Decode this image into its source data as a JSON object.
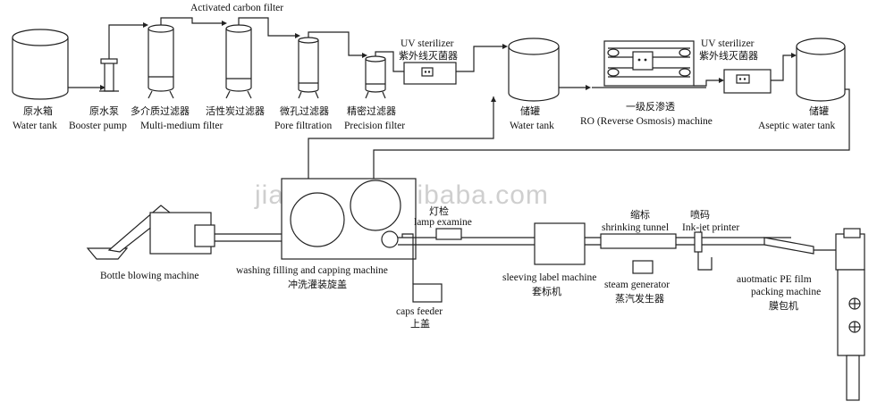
{
  "watermark": "jiazhou.en.alibaba.com",
  "labels": {
    "raw_tank_cn": "原水箱",
    "raw_tank_en": "Water tank",
    "booster_cn": "原水泵",
    "booster_en": "Booster pump",
    "multi_cn": "多介质过滤器",
    "multi_en": "Multi-medium filter",
    "carbon_top": "Activated carbon filter",
    "carbon_cn": "活性炭过滤器",
    "pore_cn": "微孔过滤器",
    "pore_en": "Pore filtration",
    "precision_cn": "精密过滤器",
    "precision_en": "Precision filter",
    "uv1_en": "UV sterilizer",
    "uv1_cn": "紫外线灭菌器",
    "storage_cn": "储罐",
    "storage_en": "Water tank",
    "ro_cn": "一级反渗透",
    "ro_en": "RO (Reverse Osmosis) machine",
    "uv2_en": "UV sterilizer",
    "uv2_cn": "紫外线灭菌器",
    "aseptic_cn": "储罐",
    "aseptic_en": "Aseptic water tank",
    "blowing_en": "Bottle blowing machine",
    "washing_en": "washing filling and capping machine",
    "washing_cn": "冲洗灌装旋盖",
    "lamp_cn": "灯检",
    "lamp_en": "lamp examine",
    "caps_en": "caps feeder",
    "caps_cn": "上盖",
    "sleeving_en": "sleeving label machine",
    "sleeving_cn": "套标机",
    "shrink_cn": "缩标",
    "shrink_en": "shrinking tunnel",
    "steam_en": "steam generator",
    "steam_cn": "蒸汽发生器",
    "inkjet_cn": "喷码",
    "inkjet_en": "Ink-jet printer",
    "pe_en1": "auotmatic PE film",
    "pe_en2": "packing machine",
    "pe_cn": "膜包机"
  }
}
